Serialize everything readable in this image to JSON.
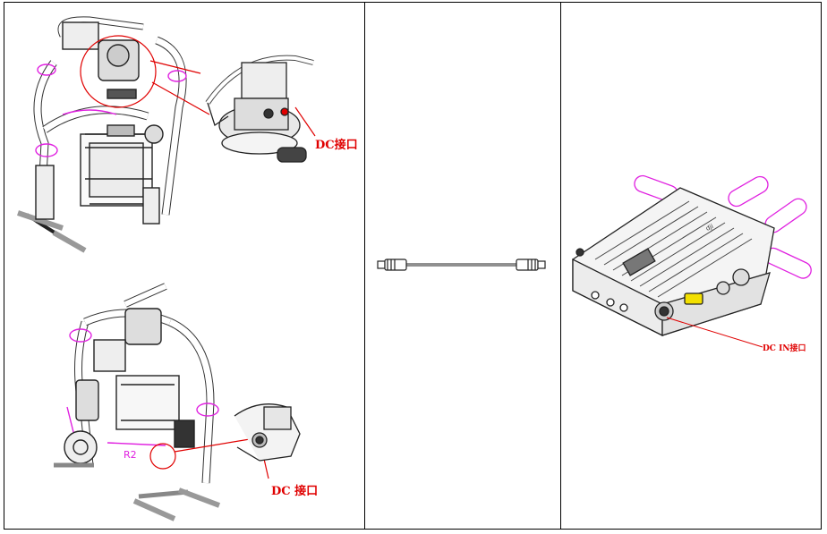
{
  "labels": {
    "top_left_port": "DC接口",
    "bottom_left_port": "DC 接口",
    "right_port": "DC IN接口"
  },
  "colors": {
    "callout": "#e00000",
    "accent": "#e020e0",
    "highlight": "#f3e000",
    "line": "#000000"
  }
}
